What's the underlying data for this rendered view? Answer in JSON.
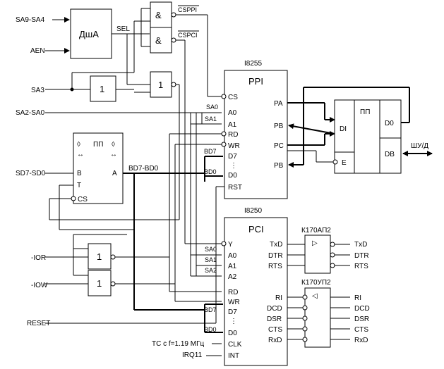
{
  "inputs": {
    "sa9_sa4": "SA9-SA4",
    "aen": "AEN",
    "sa3": "SA3",
    "sa2_sa0": "SA2-SA0",
    "sd7_sd0": "SD7-SD0",
    "ior": "-IOR",
    "iow": "-IOW",
    "reset": "RESET",
    "tc_clock": "ТС с f=1.19 МГц",
    "irq11": "IRQ11"
  },
  "decoder": {
    "label": "ДшА"
  },
  "sel": "SEL",
  "and_symbol": "&",
  "one_symbol": "1",
  "cs_ppi": "CSPPI",
  "cs_pci": "CSPCI",
  "transceiver": {
    "label": "ПП",
    "b": "B",
    "a": "A",
    "t": "T",
    "cs": "CS"
  },
  "bus": {
    "bd7_bd0": "BD7-BD0",
    "bd7": "BD7",
    "bd0": "BD0",
    "sa0": "SA0",
    "sa1": "SA1",
    "sa2": "SA2",
    "dots": "⋮"
  },
  "ppi": {
    "part": "I8255",
    "title": "PPI",
    "cs": "CS",
    "a0": "A0",
    "a1": "A1",
    "rd": "RD",
    "wr": "WR",
    "d7": "D7",
    "d0": "D0",
    "rst": "RST",
    "pa": "PA",
    "pb1": "PB",
    "pc": "PC",
    "pb2": "PB"
  },
  "ext_pp": {
    "label": "ПП",
    "di": "DI",
    "e": "E",
    "d0": "D0",
    "db": "DB",
    "shu": "ШУ/Д"
  },
  "pci": {
    "part": "I8250",
    "title": "PCI",
    "y": "Y",
    "a0": "A0",
    "a1": "A1",
    "a2": "A2",
    "rd": "RD",
    "wr": "WR",
    "d7": "D7",
    "d0": "D0",
    "clk": "CLK",
    "int": "INT",
    "txd": "TxD",
    "dtr": "DTR",
    "rts": "RTS",
    "ri": "RI",
    "dcd": "DCD",
    "dsr": "DSR",
    "cts": "CTS",
    "rxd": "RxD"
  },
  "k170ap2": {
    "label": "К170АП2",
    "out": [
      "TxD",
      "DTR",
      "RTS"
    ]
  },
  "k170up2": {
    "label": "К170УП2",
    "out": [
      "RI",
      "DCD",
      "DSR",
      "CTS",
      "RxD"
    ]
  }
}
